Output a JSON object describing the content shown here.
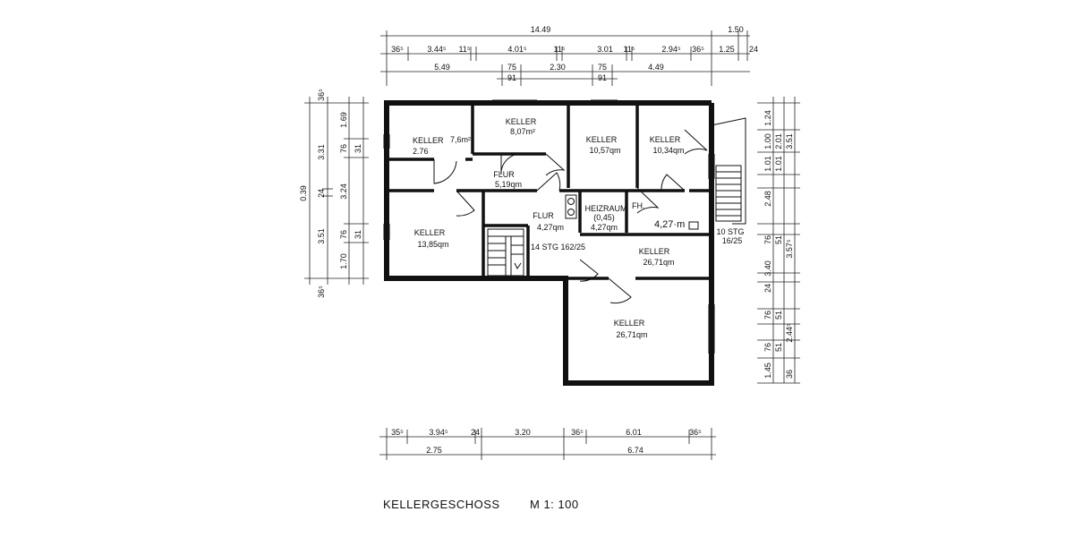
{
  "caption": {
    "title": "KELLERGESCHOSS",
    "scale": "M 1: 100"
  },
  "rooms": [
    {
      "name": "KELLER",
      "area": "7,6m²"
    },
    {
      "name": "KELLER",
      "area": "8,07m²"
    },
    {
      "name": "KELLER",
      "area": "10,57qm"
    },
    {
      "name": "KELLER",
      "area": "10,34qm"
    },
    {
      "name": "KELLER",
      "area": "13,85qm"
    },
    {
      "name": "KELLER",
      "area": "26,71qm"
    },
    {
      "name": "KELLER",
      "area": "26,71qm"
    },
    {
      "name": "FLUR",
      "area": "5,19qm"
    },
    {
      "name": "FLUR",
      "area": "4,27qm"
    },
    {
      "name": "HEIZRAUM",
      "note": "(0,45)",
      "area": "4,27qm"
    }
  ],
  "labels": {
    "keller1_extra": "2.76",
    "fh": "FH.",
    "hall_area": "4,27·m",
    "stairs_inner": "14 STG 162/25",
    "stairs_outer_a": "10 STG",
    "stairs_outer_b": "16/25"
  },
  "dims": {
    "top_total": "14.49",
    "top_right": "1.50",
    "top_row1": [
      "36⁵",
      "3.44⁵",
      "11⁵",
      "4.01⁵",
      "11⁵",
      "3.01",
      "11⁵",
      "2.94⁵",
      "36⁵",
      "1.25",
      "24"
    ],
    "top_row2": [
      "5.49",
      "75",
      "2.30",
      "75",
      "4.49"
    ],
    "top_row3": [
      "91",
      "91"
    ],
    "left_total": "0.39",
    "left_outer": [
      "36⁵",
      "3.31",
      "24",
      "3.51",
      "36⁵"
    ],
    "left_inner": [
      "1.69",
      "76",
      "31",
      "3.24",
      "76",
      "31",
      "1.70"
    ],
    "right_inner": [
      "1.24",
      "1.00",
      "2.01",
      "1.01",
      "1.01",
      "2.48",
      "76",
      "51",
      "3.40",
      "24",
      "76",
      "51",
      "76",
      "51",
      "1.45",
      "36"
    ],
    "right_outer": [
      "3.51",
      "3.57⁵",
      "2.44⁵"
    ],
    "bottom_row1": [
      "35⁵",
      "3.94⁵",
      "24",
      "3.20",
      "36⁵",
      "6.01",
      "36⁵"
    ],
    "bottom_row2": [
      "2.75",
      "6.74"
    ]
  }
}
